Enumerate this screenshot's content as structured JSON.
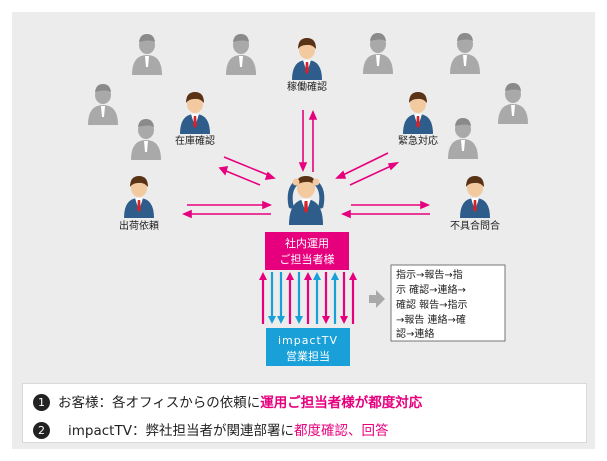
{
  "people": {
    "kadou_label": "稼働確認",
    "zaiko_label": "在庫確認",
    "kinkyu_label": "緊急対応",
    "shukka_label": "出荷依頼",
    "fuguai_label": "不具合問合"
  },
  "boxes": {
    "tantou_line1": "社内運用",
    "tantou_line2": "ご担当者様",
    "impact_line1": "impactTV",
    "impact_line2": "営業担当",
    "note_lines": [
      "指示→報告→指",
      "示 確認→連絡→",
      "確認 報告→指示",
      "→報告 連絡→確",
      "認→連絡"
    ]
  },
  "legend": {
    "item1": {
      "num": "❶",
      "text": "お客様：各オフィスからの依頼に",
      "highlight": "運用ご担当者様が都度対応"
    },
    "item2": {
      "num": "❷",
      "text": "impactTV：弊社担当者が関連部署に",
      "highlight": "都度確認、回答"
    }
  },
  "colors": {
    "magenta": "#e6007e",
    "blue": "#1aa0d8",
    "person_active": "#2e5d8c",
    "person_inactive": "#a9a9a9"
  }
}
